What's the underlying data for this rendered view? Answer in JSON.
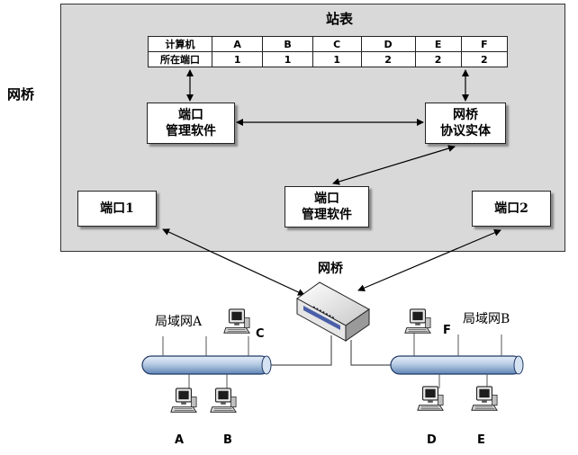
{
  "bridge_side_label": "网桥",
  "station_table": {
    "title": "站表",
    "header_label": "计算机",
    "port_label": "所在端口",
    "computers": [
      "A",
      "B",
      "C",
      "D",
      "E",
      "F"
    ],
    "ports": [
      "1",
      "1",
      "1",
      "2",
      "2",
      "2"
    ]
  },
  "boxes": {
    "port_mgmt_top": [
      "端口",
      "管理软件"
    ],
    "protocol_entity": [
      "网桥",
      "协议实体"
    ],
    "port_mgmt_mid": [
      "端口",
      "管理软件"
    ],
    "port1": "端口1",
    "port2": "端口2"
  },
  "network": {
    "bridge_label": "网桥",
    "lan_a_label": "局域网A",
    "lan_b_label": "局域网B",
    "computer_labels": {
      "A": "A",
      "B": "B",
      "C": "C",
      "D": "D",
      "E": "E",
      "F": "F"
    }
  },
  "colors": {
    "panel": "#d9d9d9",
    "lan_cable": "#b8cce4",
    "lan_cable_edge": "#1f3864"
  }
}
